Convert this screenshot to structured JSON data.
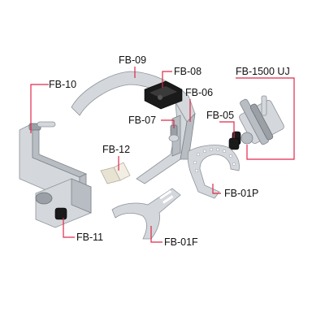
{
  "labels": {
    "fb09": "FB-09",
    "fb08": "FB-08",
    "fb10": "FB-10",
    "fb1500uj": "FB-1500 UJ",
    "fb06": "FB-06",
    "fb07": "FB-07",
    "fb05": "FB-05",
    "fb12": "FB-12",
    "fb01p": "FB-01P",
    "fb11": "FB-11",
    "fb01f": "FB-01F"
  },
  "colors": {
    "leader": "#e0294a",
    "metal": "#c4c9ce",
    "knob": "#1a1a1a"
  }
}
